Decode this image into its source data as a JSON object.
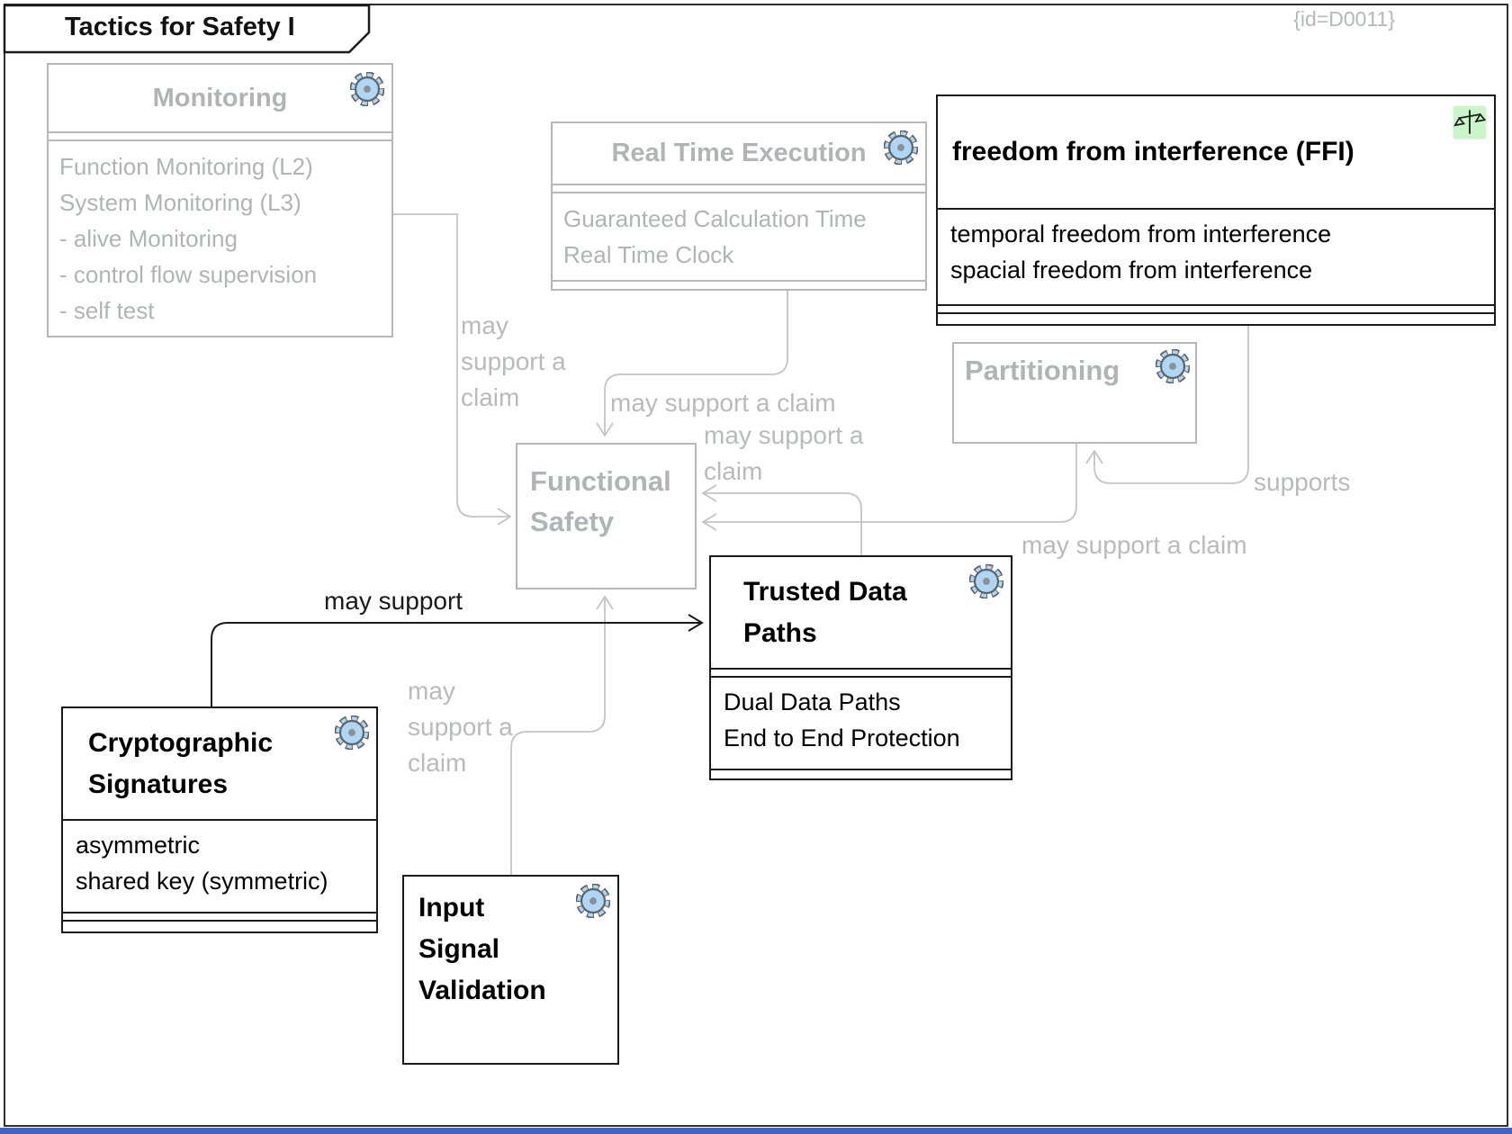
{
  "frame": {
    "tab_title": "Tactics for Safety I",
    "diagram_id": "{id=D0011}"
  },
  "colors": {
    "gray_element": "#b1b3b6",
    "black_element": "#1a1a1a",
    "gear_fill": "#aed7f5",
    "scales_badge_bg": "#c9f5c9",
    "bottom_bar": "#3f63c9"
  },
  "icons": {
    "box_corner": "gear-icon",
    "ffi_badge": "scales-icon"
  },
  "boxes": {
    "monitoring": {
      "title": "Monitoring",
      "attrs": [
        "Function Monitoring (L2)",
        "System Monitoring (L3)",
        "- alive Monitoring",
        "- control flow supervision",
        "- self test"
      ]
    },
    "real_time_execution": {
      "title": "Real Time Execution",
      "attrs": [
        "Guaranteed Calculation Time",
        "Real Time Clock"
      ]
    },
    "ffi": {
      "title": "freedom from interference (FFI)",
      "attrs": [
        "temporal freedom from interference",
        "spacial freedom from interference"
      ]
    },
    "partitioning": {
      "title": "Partitioning"
    },
    "functional_safety": {
      "title": "Functional Safety"
    },
    "trusted_data_paths": {
      "title": "Trusted Data Paths",
      "attrs": [
        "Dual Data Paths",
        "End to End Protection"
      ]
    },
    "cryptographic_signatures": {
      "title": "Cryptographic Signatures",
      "attrs": [
        "asymmetric",
        "shared key (symmetric)"
      ]
    },
    "input_signal_validation": {
      "title": "Input Signal Validation"
    }
  },
  "connector_labels": {
    "monitoring_to_fs": "may support a claim",
    "rte_to_fs": "may support a claim",
    "tdp_to_fs": "may support a claim",
    "partitioning_to_fs": "may support a claim",
    "ffi_to_partitioning": "supports",
    "isv_to_fs": "may support a claim",
    "crypto_to_tdp": "may support"
  }
}
